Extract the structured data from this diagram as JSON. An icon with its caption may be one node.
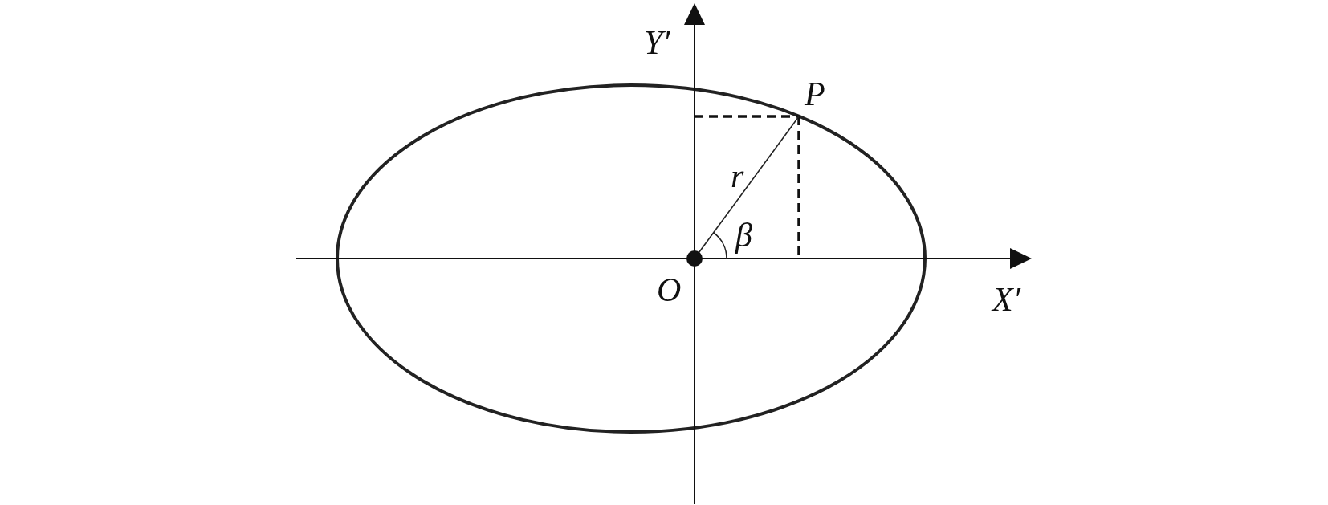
{
  "diagram": {
    "labels": [
      "Y′",
      "P",
      "r",
      "β",
      "O",
      "X′"
    ]
  }
}
